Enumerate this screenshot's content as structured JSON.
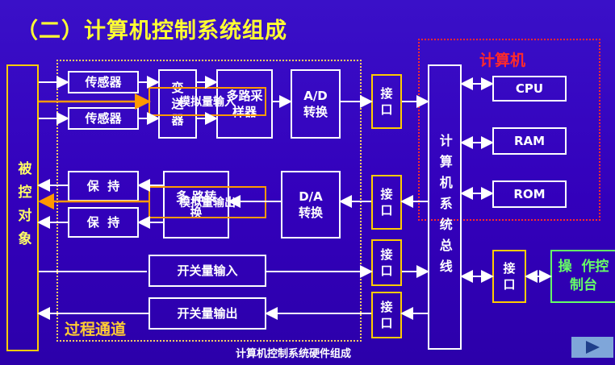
{
  "title": "（二）计算机控制系统组成",
  "controlled_object": "被控对象",
  "process_channel_label": "过程通道",
  "computer_label": "计算机",
  "caption": "计算机控制系统硬件组成",
  "input": {
    "sensor1": "传感器",
    "sensor2": "传感器",
    "transmitter": "变送器",
    "mux_sampler": "多路采样器",
    "ad": "A/D转换",
    "analog_in_overlay": "模拟量输入"
  },
  "output": {
    "hold1": "保  持",
    "hold2": "保  持",
    "mux_switch": "多  路转  换",
    "da": "D/A转换",
    "analog_out_overlay": "模拟量输出"
  },
  "digital": {
    "switch_in": "开关量输入",
    "switch_out": "开关量输出"
  },
  "interfaces": {
    "i1": "接口",
    "i2": "接口",
    "i3": "接口",
    "i4": "接口",
    "i5": "接口"
  },
  "bus": "计算机系统总线",
  "computer": {
    "cpu": "CPU",
    "ram": "RAM",
    "rom": "ROM"
  },
  "console": "操  作控制台",
  "colors": {
    "title": "#ffff33",
    "background": "#3300bb",
    "computer_border": "#ff2a2a",
    "process_border": "#ffcc66",
    "console": "#66ff66"
  },
  "icons": {
    "next_button": "play-arrow-icon"
  }
}
